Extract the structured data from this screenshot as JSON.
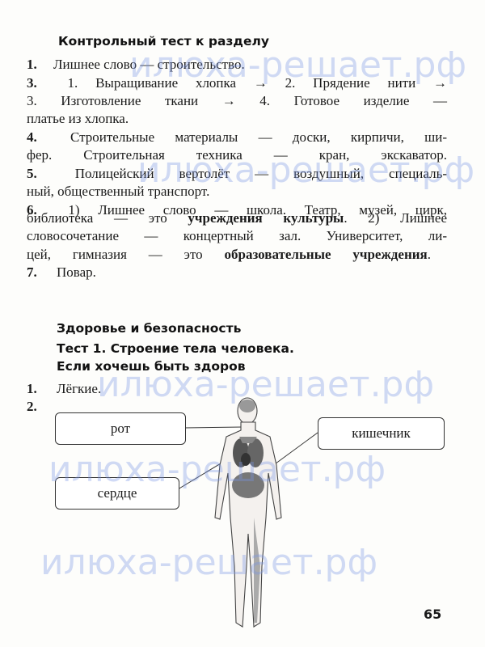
{
  "section1": {
    "title": "Контрольный тест к разделу",
    "lines": [
      [
        "1.",
        " Лишнее слово — строительство."
      ],
      [
        "3.",
        " 1. Выращивание хлопка → 2. Прядение нити →"
      ],
      [
        "",
        "3. Изготовление ткани → 4. Готовое изделие —"
      ],
      [
        "",
        "платье из хлопка."
      ],
      [
        "4.",
        " Строительные материалы — доски, кирпичи, ши-"
      ],
      [
        "",
        "фер. Строительная техника — кран, экскаватор."
      ],
      [
        "5.",
        " Полицейский вертолёт — воздушный, специаль-"
      ],
      [
        "",
        "ный, общественный транспорт."
      ],
      [
        "6.",
        " 1) Лишнее слово — школа. Театр, музей, цирк,"
      ]
    ],
    "line10_a": "библиотека — это ",
    "line10_b": "учреждения культуры",
    "line10_c": ". 2) Лишнее",
    "line11": "словосочетание — концертный зал. Университет, ли-",
    "line12_a": "цей, гимназия — это ",
    "line12_b": "образовательные учреждения",
    "line12_c": ".",
    "line13_num": "7.",
    "line13": " Повар."
  },
  "section2": {
    "title": "Здоровье и безопасность",
    "test_title": "Тест 1. Строение тела человека.",
    "test_subtitle": "Если хочешь быть здоров",
    "answer1_num": "1.",
    "answer1": " Лёгкие.",
    "answer2_num": "2.",
    "labels": {
      "mouth": "рот",
      "heart": "сердце",
      "intestine": "кишечник"
    }
  },
  "watermark": "илюха-решает.рф",
  "page_number": "65"
}
